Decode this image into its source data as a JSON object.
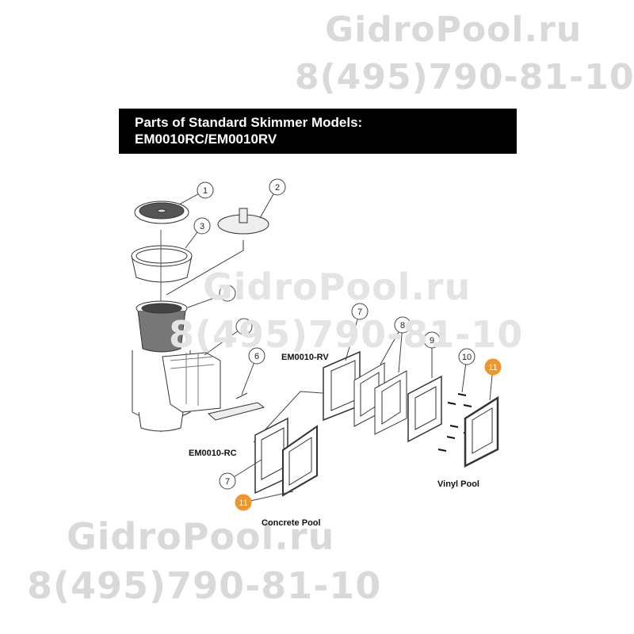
{
  "watermark": {
    "site": "GidroPool.ru",
    "phone": "8(495)790-81-10"
  },
  "title": {
    "line1": "Parts of Standard Skimmer Models:",
    "line2": "EM0010RC/EM0010RV"
  },
  "labels": {
    "rv_model": "EM0010-RV",
    "rc_model": "EM0010-RC",
    "vinyl_pool": "Vinyl Pool",
    "concrete_pool": "Concrete Pool"
  },
  "callouts": [
    "1",
    "2",
    "3",
    "4",
    "5",
    "6",
    "7",
    "8",
    "9",
    "10",
    "11",
    "7",
    "11"
  ],
  "colors": {
    "highlight": "#f0952a",
    "title_bg": "#000000",
    "watermark": "#d9d9d9"
  }
}
